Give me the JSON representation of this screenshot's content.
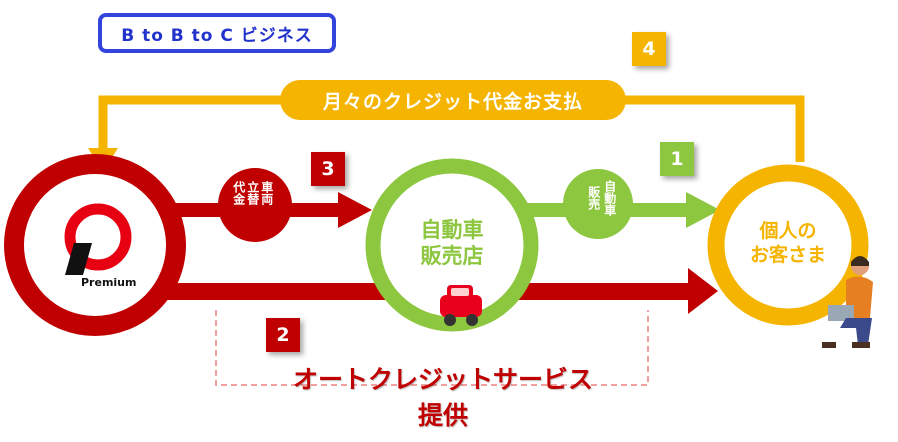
{
  "header": {
    "model_label": "B to B to C ビジネス"
  },
  "monthly_payment": {
    "label": "月々のクレジット代金お支払",
    "step": "4"
  },
  "advance_payment": {
    "lines": [
      "車両",
      "立替",
      "代金"
    ],
    "step": "3"
  },
  "car_sale": {
    "lines": [
      "自動車",
      "販売"
    ],
    "step": "1"
  },
  "credit_service": {
    "line1": "オートクレジットサービス",
    "line2": "提供",
    "step": "2"
  },
  "dealer": {
    "line1": "自動車",
    "line2": "販売店"
  },
  "customer": {
    "line1": "個人の",
    "line2": "お客さま"
  },
  "premium": {
    "brand": "Premium"
  },
  "colors": {
    "red": "#c00000",
    "green": "#8dc63f",
    "yellow": "#f5b400",
    "blue": "#3344dd"
  }
}
